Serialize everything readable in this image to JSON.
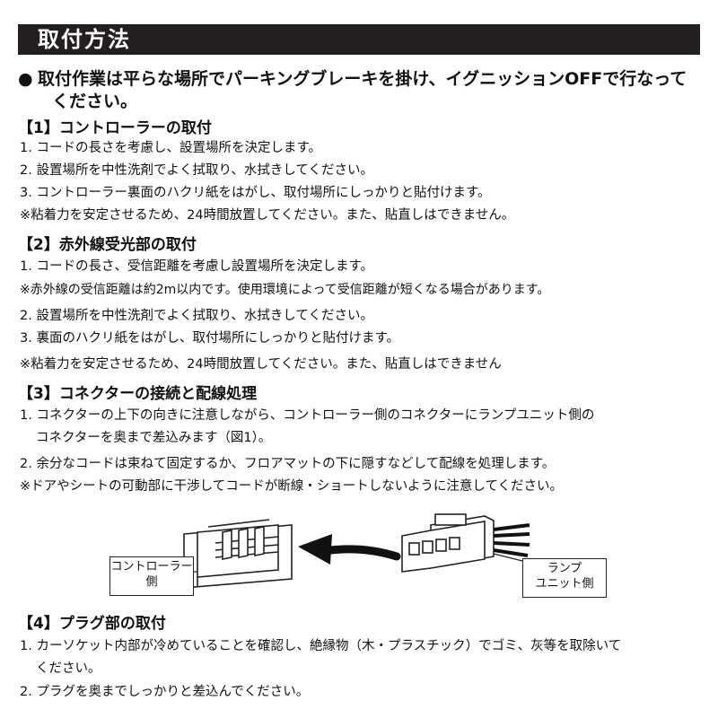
{
  "title": "取付方法",
  "lead": {
    "bullet": "●",
    "line1": "取付作業は平らな場所でパーキングブレーキを掛け、イグニッションOFFで行なって",
    "line2": "ください。"
  },
  "sections": [
    {
      "heading": "【1】コントローラーの取付",
      "lines": [
        "1. コードの長さを考慮し、設置場所を決定します。",
        "2. 設置場所を中性洗剤でよく拭取り、水拭きしてください。",
        "3. コントローラー裏面のハクリ紙をはがし、取付場所にしっかりと貼付けます。",
        "※粘着力を安定させるため、24時間放置してください。また、貼直しはできません。"
      ]
    },
    {
      "heading": "【2】赤外線受光部の取付",
      "lines": [
        "1. コードの長さ、受信距離を考慮し設置場所を決定します。",
        "※赤外線の受信距離は約2m以内です。使用環境によって受信距離が短くなる場合があります。",
        "2. 設置場所を中性洗剤でよく拭取り、水拭きしてください。",
        "3. 裏面のハクリ紙をはがし、取付場所にしっかりと貼付けます。",
        "※粘着力を安定させるため、24時間放置してください。また、貼直しはできません"
      ]
    },
    {
      "heading": "【3】コネクターの接続と配線処理",
      "lines": [
        "1. コネクターの上下の向きに注意しながら、コントローラー側のコネクターにランプユニット側の",
        "コネクターを奥まで差込みます（図1）。",
        "2. 余分なコードは束ねて固定するか、フロアマットの下に隠すなどして配線を処理します。",
        "※ドアやシートの可動部に干渉してコードが断線・ショートしないように注意してください。"
      ]
    },
    {
      "heading": "【4】プラグ部の取付",
      "lines": [
        "1. カーソケット内部が冷めていることを確認し、絶縁物（木・プラスチック）でゴミ、灰等を取除いて",
        "ください。",
        "2. プラグを奥までしっかりと差込んでください。"
      ]
    }
  ],
  "figure": {
    "left_label_1": "コントローラー",
    "left_label_2": "側",
    "right_label_1": "ランプ",
    "right_label_2": "ユニット側"
  }
}
